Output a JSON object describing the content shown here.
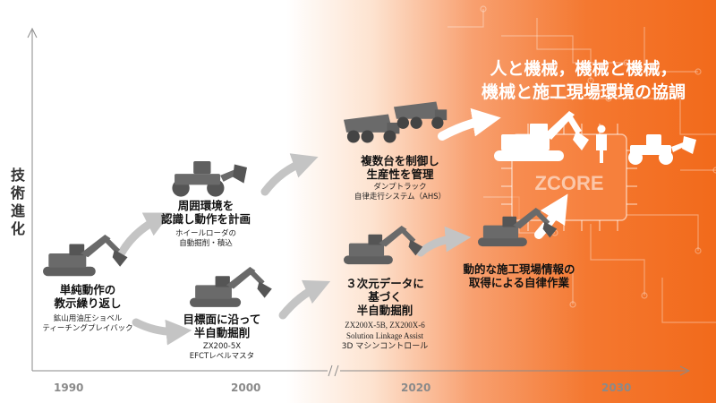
{
  "axis": {
    "y_label": "技術進化",
    "years": [
      "1990",
      "2000",
      "2020",
      "2030"
    ]
  },
  "headline": {
    "line1": "人と機械，機械と機械，",
    "line2": "機械と施工現場環境の協調"
  },
  "chip_label": "ZCORE",
  "stages": {
    "s1990": {
      "title_line1": "単純動作の",
      "title_line2": "教示繰り返し",
      "sub_line1": "鉱山用油圧ショベル",
      "sub_line2": "ティーチングプレイバック"
    },
    "s_loader": {
      "title_line1": "周囲環境を",
      "title_line2": "認識し動作を計画",
      "sub_line1": "ホイールローダの",
      "sub_line2": "自動掘削・積込"
    },
    "s2000": {
      "title_line1": "目標面に沿って",
      "title_line2": "半自動掘削",
      "sub_line1": "ZX200-5X",
      "sub_line2": "EFCTレベルマスタ"
    },
    "s_dump": {
      "title_line1": "複数台を制御し",
      "title_line2": "生産性を管理",
      "sub_line1": "ダンプトラック",
      "sub_line2": "自律走行システム（AHS）"
    },
    "s2020": {
      "title_line1": "３次元データに",
      "title_line2": "基づく",
      "title_line3": "半自動掘削",
      "sub_line1": "ZX200X-5B, ZX200X-6",
      "sub_line2": "Solution Linkage Assist",
      "sub_line3": "3D マシンコントロール"
    },
    "s_auto": {
      "title_line1": "動的な施工現場情報の",
      "title_line2": "取得による自律作業"
    }
  },
  "colors": {
    "orange": "#f26a1b",
    "arrow_gray": "#c4c4c4",
    "machine_gray": "#5f5f5f"
  }
}
